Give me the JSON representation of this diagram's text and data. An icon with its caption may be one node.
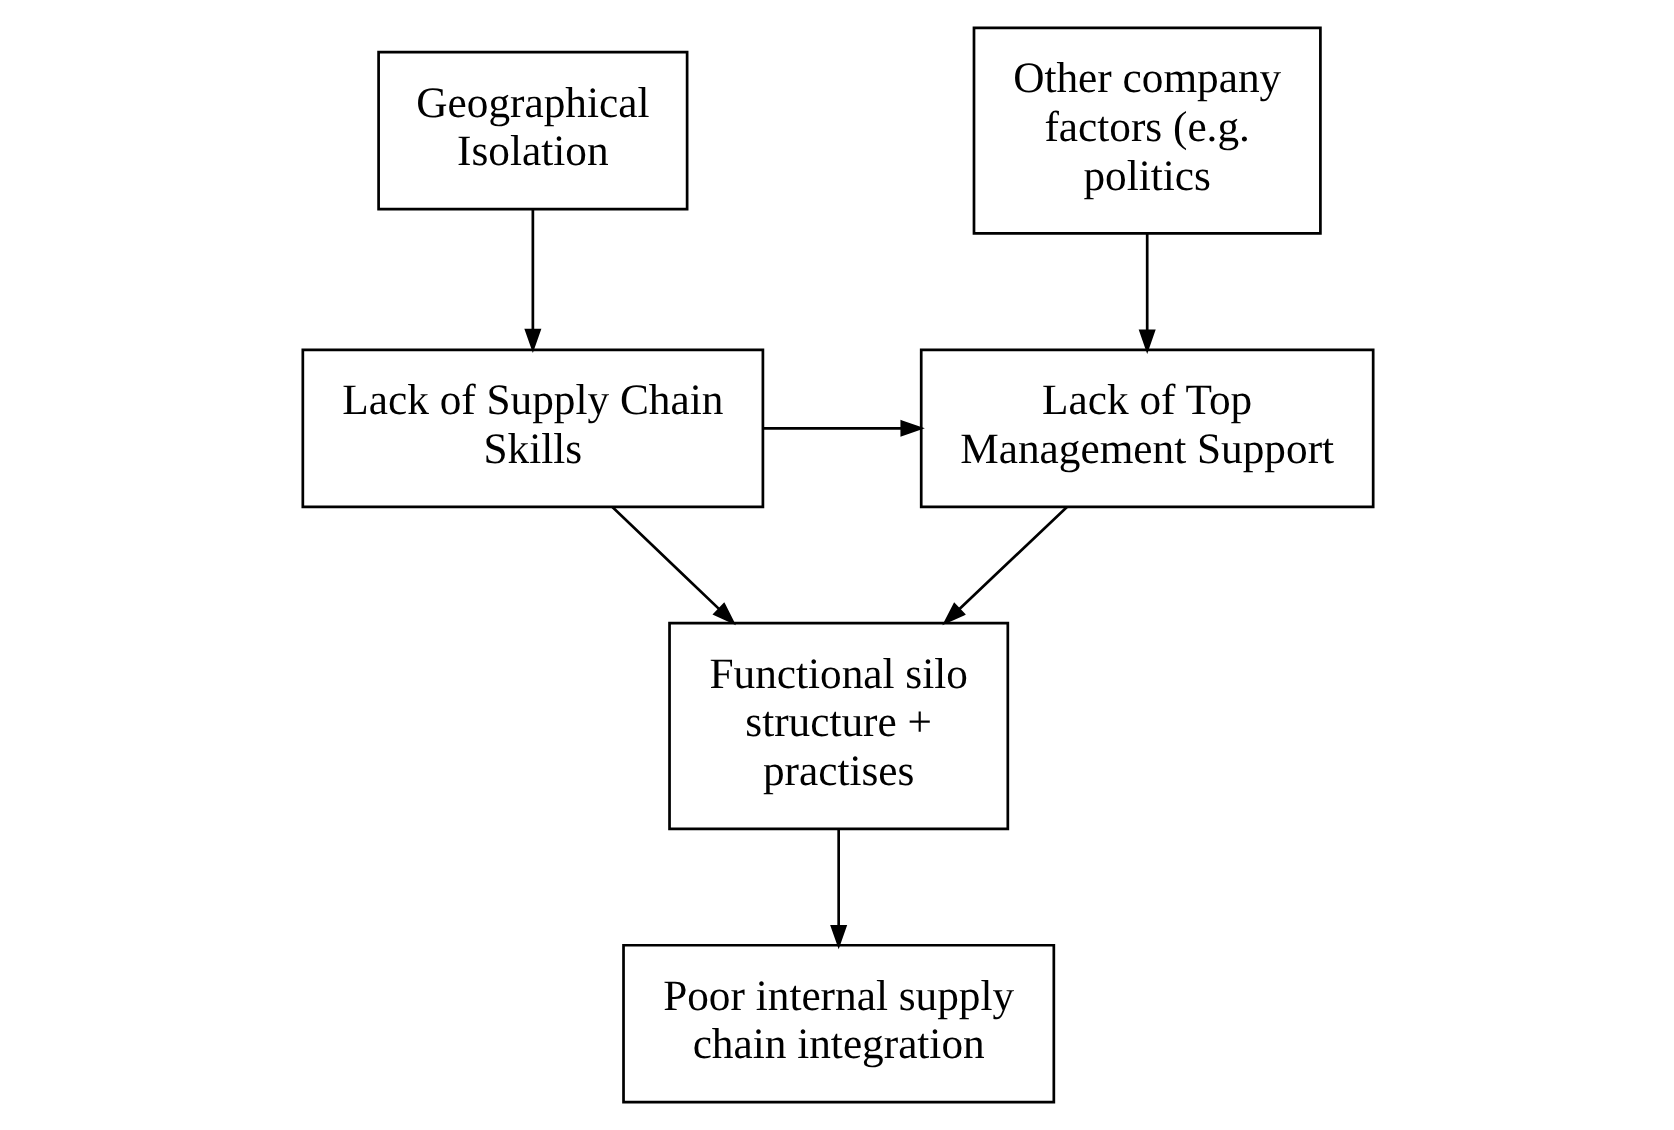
{
  "diagram": {
    "nodes": [
      {
        "text": [
          "Geographical Isolation"
        ]
      },
      {
        "text": [
          "Lack of Supply Chain Skills"
        ]
      },
      {
        "text": [
          "Other company factors (e.g. politics"
        ]
      },
      {
        "text": [
          "Lack of Top Management Support"
        ]
      },
      {
        "text": [
          "Functional silo structure + practises"
        ]
      },
      {
        "text": [
          "Poor internal supply chain integration"
        ]
      }
    ],
    "edges": [
      {
        "from": 0,
        "to": 1,
        "arrow": "to"
      },
      {
        "from": 2,
        "to": 3,
        "arrow": "to"
      },
      {
        "from": 1,
        "to": 3,
        "arrow": "to"
      },
      {
        "from": 1,
        "to": 4,
        "arrow": "to"
      },
      {
        "from": 3,
        "to": 4,
        "arrow": "to"
      },
      {
        "from": 4,
        "to": 5,
        "arrow": "to"
      }
    ]
  }
}
